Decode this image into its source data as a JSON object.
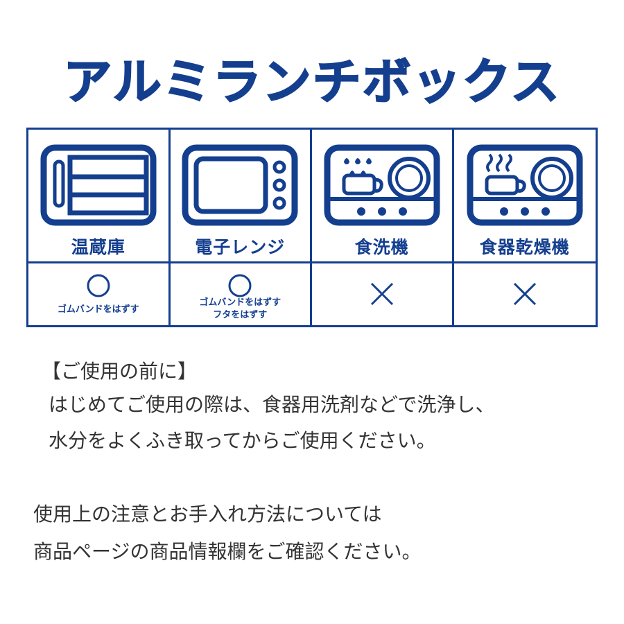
{
  "title": "アルミランチボックス",
  "colors": {
    "brand": "#143f8f",
    "text": "#333333"
  },
  "features": [
    {
      "label": "温蔵庫",
      "icon": "warming-cabinet-icon",
      "mark": "circle",
      "note": [
        "ゴムバンドをはずす"
      ]
    },
    {
      "label": "電子レンジ",
      "icon": "microwave-icon",
      "mark": "circle",
      "note": [
        "ゴムバンドをはずす",
        "フタをはずす"
      ]
    },
    {
      "label": "食洗機",
      "icon": "dishwasher-icon",
      "mark": "cross",
      "note": []
    },
    {
      "label": "食器乾燥機",
      "icon": "dish-dryer-icon",
      "mark": "cross",
      "note": []
    }
  ],
  "instructions": {
    "heading": "【ご使用の前に】",
    "line1": "はじめてご使用の際は、食器用洗剤などで洗浄し、",
    "line2": "水分をよくふき取ってからご使用ください。"
  },
  "footer": {
    "line1": "使用上の注意とお手入れ方法については",
    "line2": "商品ページの商品情報欄をご確認ください。"
  }
}
